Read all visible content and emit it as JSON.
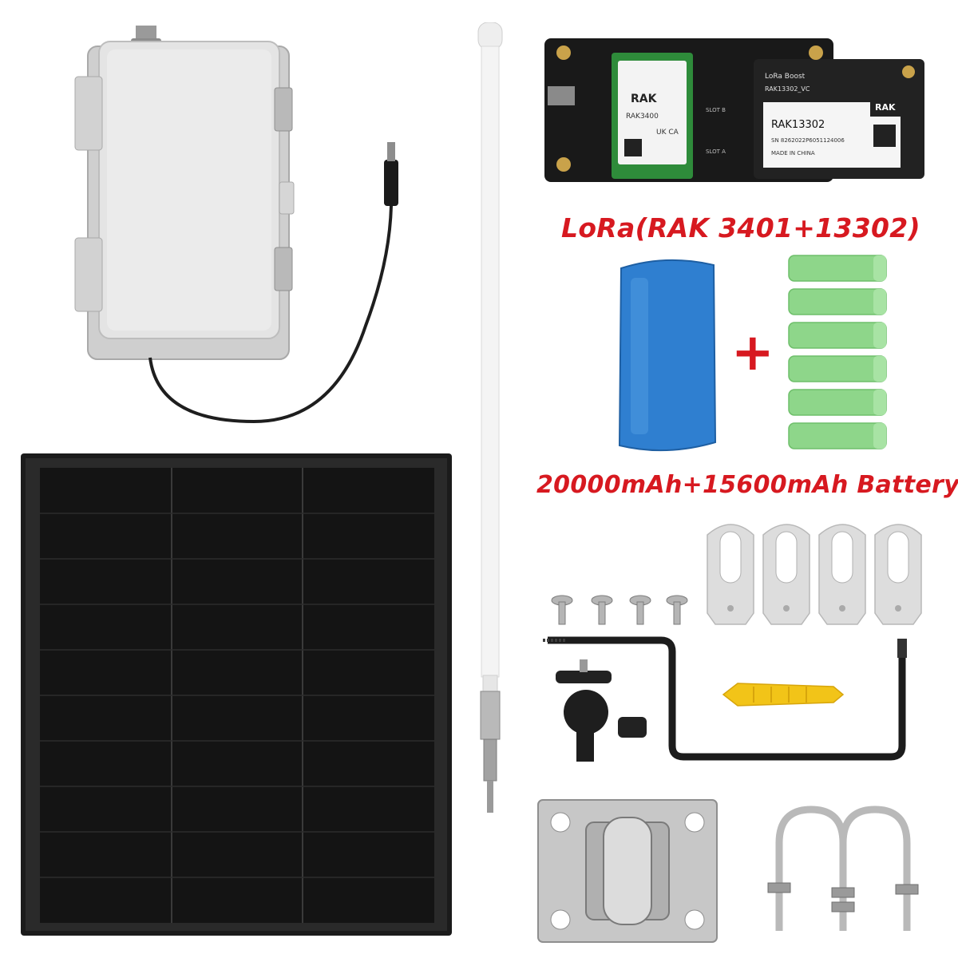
{
  "labels": {
    "lora": "LoRa(RAK 3401+13302)",
    "battery": "20000mAh+15600mAh Battery",
    "plus": "+"
  },
  "board_text": {
    "rak_logo": "RAK",
    "module_left_model": "RAK3400",
    "module_left_marks": "UK CA",
    "module_right_title": "LoRa Boost",
    "module_right_model": "RAK13302_VC",
    "module_right_name": "RAK13302",
    "module_right_sn": "SN 8262022P6051124006",
    "module_right_made": "MADE IN CHINA",
    "slot_b": "SLOT B",
    "slot_a": "SLOT A"
  },
  "colors": {
    "label_red": "#d71920",
    "enclosure_grey": "#dedede",
    "solar_black": "#141414",
    "cell_blue": "#2f7fd0",
    "cell_green": "#8ed68a",
    "anchor_yellow": "#f2c418"
  }
}
